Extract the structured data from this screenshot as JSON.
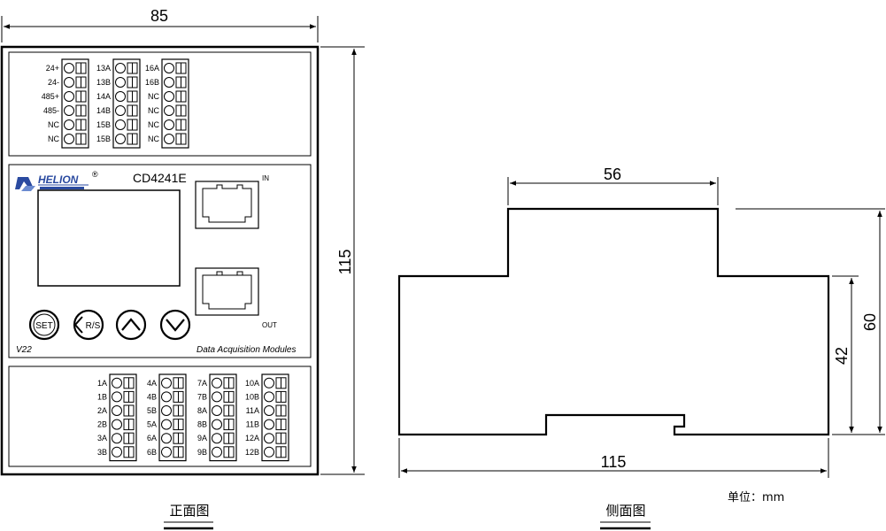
{
  "front_view": {
    "width_dim": "85",
    "height_dim": "115",
    "caption": "正面图",
    "top_terminals": [
      {
        "labels": [
          "24+",
          "24-",
          "485+",
          "485-",
          "NC",
          "NC"
        ]
      },
      {
        "labels": [
          "13A",
          "13B",
          "14A",
          "14B",
          "15B",
          "15B"
        ]
      },
      {
        "labels": [
          "16A",
          "16B",
          "NC",
          "NC",
          "NC",
          "NC"
        ]
      }
    ],
    "bottom_terminals": [
      {
        "labels": [
          "1A",
          "1B",
          "2A",
          "2B",
          "3A",
          "3B"
        ]
      },
      {
        "labels": [
          "4A",
          "4B",
          "5B",
          "5A",
          "6A",
          "6B"
        ]
      },
      {
        "labels": [
          "7A",
          "7B",
          "8A",
          "8B",
          "9A",
          "9B"
        ]
      },
      {
        "labels": [
          "10A",
          "10B",
          "11A",
          "11B",
          "12A",
          "12B"
        ]
      }
    ],
    "panel": {
      "brand": "HELION",
      "registered": "®",
      "model": "CD4241E",
      "port_in": "IN",
      "port_out": "OUT",
      "version": "V22",
      "subtitle": "Data Acquisition Modules",
      "buttons": {
        "set": "SET",
        "rs": "R/S"
      }
    }
  },
  "side_view": {
    "top_dim": "56",
    "bottom_dim": "115",
    "height_42": "42",
    "height_60": "60",
    "caption": "侧面图",
    "unit": "单位：mm"
  }
}
